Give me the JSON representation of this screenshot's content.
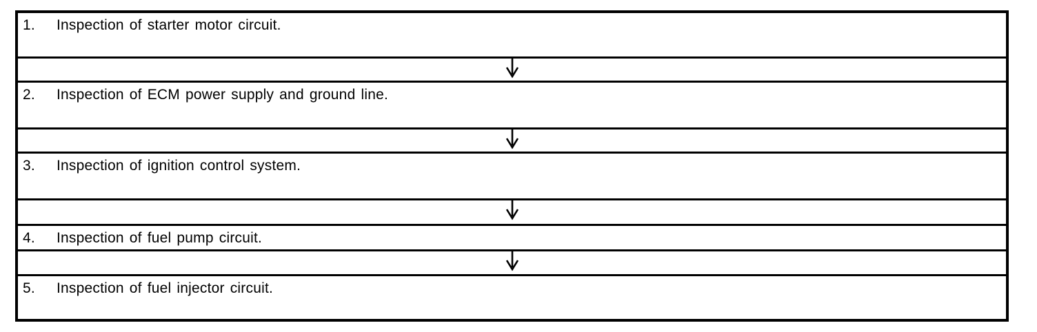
{
  "diagram": {
    "type": "flowchart",
    "colors": {
      "border": "#000000",
      "background": "#ffffff",
      "text": "#000000"
    },
    "connector": {
      "icon": "down-arrow-icon",
      "glyph": "↓"
    },
    "steps": [
      {
        "number": "1.",
        "label": "Inspection of starter motor circuit."
      },
      {
        "number": "2.",
        "label": "Inspection of ECM power supply and ground line."
      },
      {
        "number": "3.",
        "label": "Inspection of ignition control system."
      },
      {
        "number": "4.",
        "label": "Inspection of fuel pump circuit."
      },
      {
        "number": "5.",
        "label": "Inspection of fuel injector circuit."
      }
    ]
  }
}
